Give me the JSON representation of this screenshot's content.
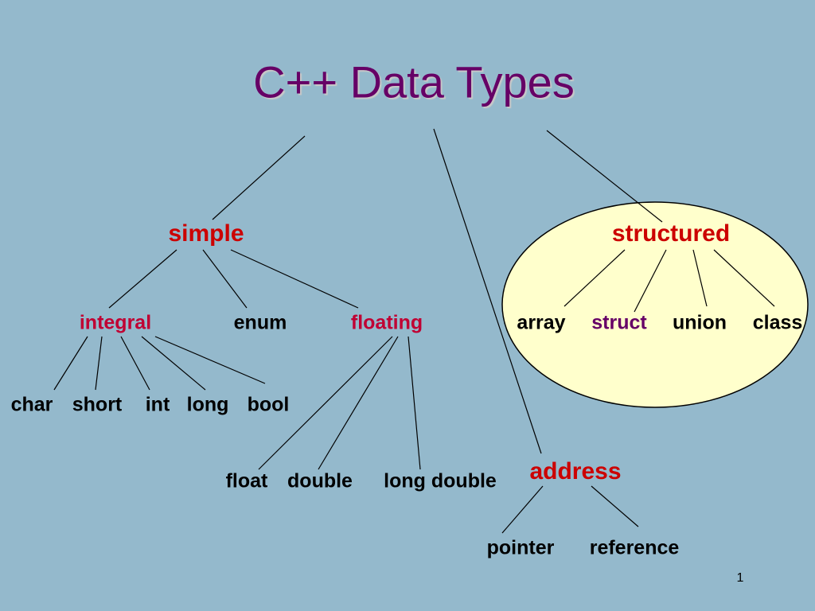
{
  "title": "C++  Data Types",
  "nodes": {
    "simple": "simple",
    "structured": "structured",
    "address": "address",
    "integral": "integral",
    "enum": "enum",
    "floating": "floating",
    "char": "char",
    "short": "short",
    "int": "int",
    "long": "long",
    "bool": "bool",
    "float": "float",
    "double": "double",
    "long_double": "long double",
    "array": "array",
    "struct": "struct",
    "union": "union",
    "class": "class",
    "pointer": "pointer",
    "reference": "reference"
  },
  "page_number": "1",
  "colors": {
    "background": "#94b9cc",
    "title": "#660066",
    "category": "#cc0000",
    "subcategory": "#c00033",
    "ellipse_fill": "#ffffcc"
  }
}
